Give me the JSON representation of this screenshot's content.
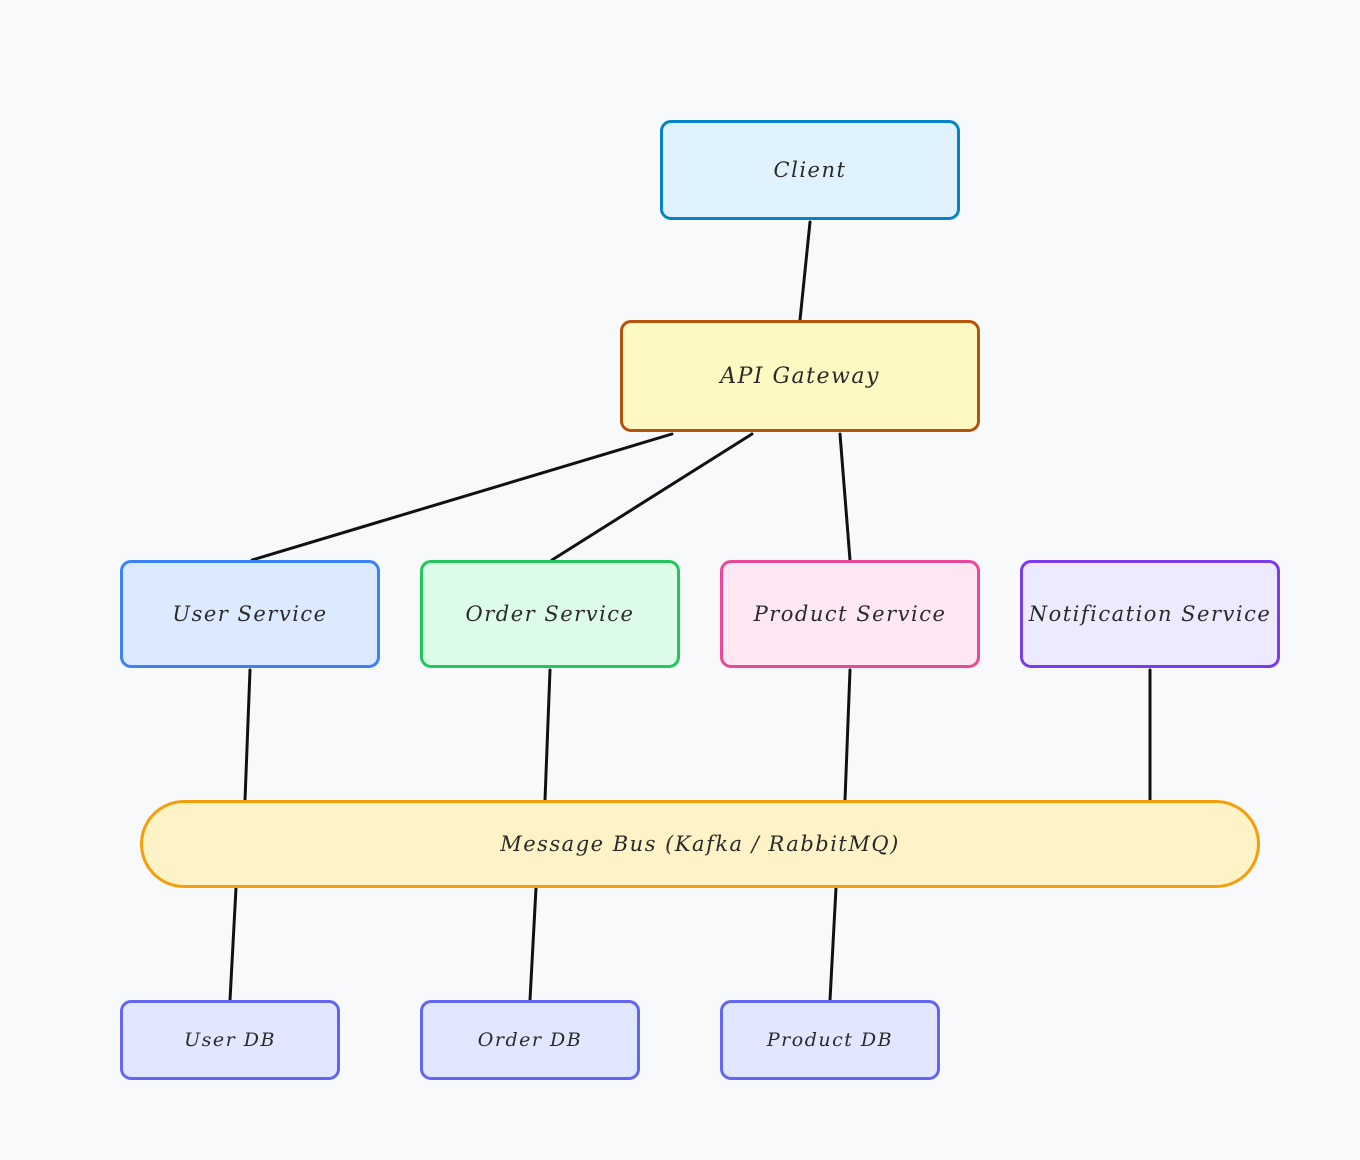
{
  "diagram": {
    "nodes": [
      {
        "id": "client",
        "label": "Client",
        "fill": "#e0f2fe",
        "stroke": "#0284c7"
      },
      {
        "id": "gateway",
        "label": "API Gateway",
        "fill": "#fef9c3",
        "stroke": "#b45309"
      },
      {
        "id": "user",
        "label": "User Service",
        "fill": "#dbeafe",
        "stroke": "#3b82f6"
      },
      {
        "id": "order",
        "label": "Order Service",
        "fill": "#dcfce7",
        "stroke": "#22c55e"
      },
      {
        "id": "product",
        "label": "Product Service",
        "fill": "#fce7f3",
        "stroke": "#ec4899"
      },
      {
        "id": "notification",
        "label": "Notification Service",
        "fill": "#ede9fe",
        "stroke": "#7c3aed"
      },
      {
        "id": "bus",
        "label": "Message Bus (Kafka / RabbitMQ)",
        "fill": "#fef3c7",
        "stroke": "#f59e0b"
      },
      {
        "id": "userdb",
        "label": "User DB",
        "fill": "#e0e7ff",
        "stroke": "#6366f1"
      },
      {
        "id": "orderdb",
        "label": "Order DB",
        "fill": "#e0e7ff",
        "stroke": "#6366f1"
      },
      {
        "id": "productdb",
        "label": "Product DB",
        "fill": "#e0e7ff",
        "stroke": "#6366f1"
      }
    ],
    "edges": [
      {
        "from": "client",
        "to": "gateway"
      },
      {
        "from": "gateway",
        "to": "user"
      },
      {
        "from": "gateway",
        "to": "order"
      },
      {
        "from": "gateway",
        "to": "product"
      },
      {
        "from": "user",
        "to": "bus"
      },
      {
        "from": "order",
        "to": "bus"
      },
      {
        "from": "product",
        "to": "bus"
      },
      {
        "from": "notification",
        "to": "bus"
      },
      {
        "from": "bus",
        "to": "userdb"
      },
      {
        "from": "bus",
        "to": "orderdb"
      },
      {
        "from": "bus",
        "to": "productdb"
      }
    ],
    "edge_color": "#111111"
  }
}
